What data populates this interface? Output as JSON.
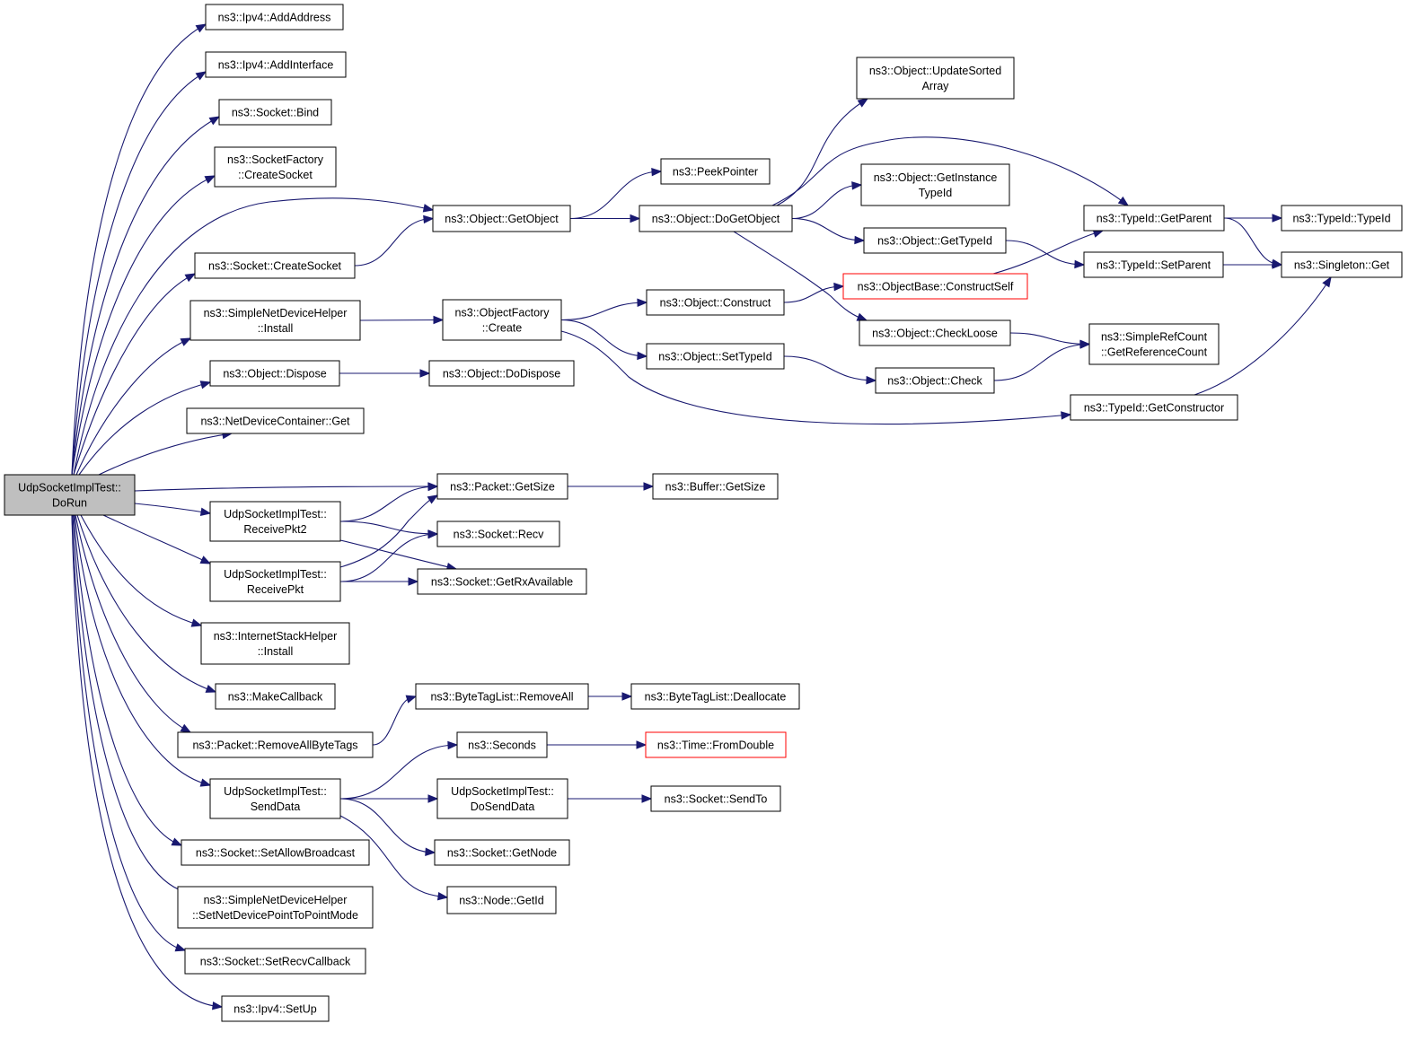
{
  "colors": {
    "edge": "#191970",
    "root_fill": "#bfbfbf",
    "truncated_border": "#ff0000",
    "node_border": "#000000"
  },
  "nodes": {
    "root": [
      "UdpSocketImplTest::",
      "DoRun"
    ],
    "ipv4-addaddress": [
      "ns3::Ipv4::AddAddress"
    ],
    "ipv4-addinterface": [
      "ns3::Ipv4::AddInterface"
    ],
    "socket-bind": [
      "ns3::Socket::Bind"
    ],
    "socketfactory-createsocket": [
      "ns3::SocketFactory",
      "::CreateSocket"
    ],
    "socket-createsocket": [
      "ns3::Socket::CreateSocket"
    ],
    "simplenetdevicehelper-install": [
      "ns3::SimpleNetDeviceHelper",
      "::Install"
    ],
    "object-dispose": [
      "ns3::Object::Dispose"
    ],
    "netdevicecontainer-get": [
      "ns3::NetDeviceContainer::Get"
    ],
    "receivepkt2": [
      "UdpSocketImplTest::",
      "ReceivePkt2"
    ],
    "receivepkt": [
      "UdpSocketImplTest::",
      "ReceivePkt"
    ],
    "internetstackhelper-install": [
      "ns3::InternetStackHelper",
      "::Install"
    ],
    "makecallback": [
      "ns3::MakeCallback"
    ],
    "packet-removeallbytetags": [
      "ns3::Packet::RemoveAllByteTags"
    ],
    "senddata": [
      "UdpSocketImplTest::",
      "SendData"
    ],
    "socket-setallowbroadcast": [
      "ns3::Socket::SetAllowBroadcast"
    ],
    "simplenetdevicehelper-setnetdevicepointtopointmode": [
      "ns3::SimpleNetDeviceHelper",
      "::SetNetDevicePointToPointMode"
    ],
    "socket-setrecvcallback": [
      "ns3::Socket::SetRecvCallback"
    ],
    "ipv4-setup": [
      "ns3::Ipv4::SetUp"
    ],
    "object-getobject": [
      "ns3::Object::GetObject"
    ],
    "objectfactory-create": [
      "ns3::ObjectFactory",
      "::Create"
    ],
    "object-dodispose": [
      "ns3::Object::DoDispose"
    ],
    "packet-getsize": [
      "ns3::Packet::GetSize"
    ],
    "socket-recv": [
      "ns3::Socket::Recv"
    ],
    "socket-getrxavailable": [
      "ns3::Socket::GetRxAvailable"
    ],
    "bytetaglist-removeall": [
      "ns3::ByteTagList::RemoveAll"
    ],
    "seconds": [
      "ns3::Seconds"
    ],
    "dosenddata": [
      "UdpSocketImplTest::",
      "DoSendData"
    ],
    "socket-getnode": [
      "ns3::Socket::GetNode"
    ],
    "node-getid": [
      "ns3::Node::GetId"
    ],
    "peekpointer": [
      "ns3::PeekPointer"
    ],
    "object-dogetobject": [
      "ns3::Object::DoGetObject"
    ],
    "object-construct": [
      "ns3::Object::Construct"
    ],
    "object-settypeid": [
      "ns3::Object::SetTypeId"
    ],
    "buffer-getsize": [
      "ns3::Buffer::GetSize"
    ],
    "bytetaglist-deallocate": [
      "ns3::ByteTagList::Deallocate"
    ],
    "time-fromdouble": [
      "ns3::Time::FromDouble"
    ],
    "socket-sendto": [
      "ns3::Socket::SendTo"
    ],
    "object-updatesortedarray": [
      "ns3::Object::UpdateSorted",
      "Array"
    ],
    "object-getinstancetypeid": [
      "ns3::Object::GetInstance",
      "TypeId"
    ],
    "object-gettypeid": [
      "ns3::Object::GetTypeId"
    ],
    "objectbase-constructself": [
      "ns3::ObjectBase::ConstructSelf"
    ],
    "object-checkloose": [
      "ns3::Object::CheckLoose"
    ],
    "object-check": [
      "ns3::Object::Check"
    ],
    "typeid-getparent": [
      "ns3::TypeId::GetParent"
    ],
    "typeid-setparent": [
      "ns3::TypeId::SetParent"
    ],
    "simplerefcount-getreferencecount": [
      "ns3::SimpleRefCount",
      "::GetReferenceCount"
    ],
    "typeid-getconstructor": [
      "ns3::TypeId::GetConstructor"
    ],
    "typeid-typeid": [
      "ns3::TypeId::TypeId"
    ],
    "singleton-get": [
      "ns3::Singleton::Get"
    ]
  },
  "truncated_nodes": [
    "objectbase-constructself",
    "time-fromdouble"
  ],
  "edges": [
    [
      "root",
      "ipv4-addaddress"
    ],
    [
      "root",
      "ipv4-addinterface"
    ],
    [
      "root",
      "socket-bind"
    ],
    [
      "root",
      "socketfactory-createsocket"
    ],
    [
      "root",
      "object-getobject"
    ],
    [
      "root",
      "socket-createsocket"
    ],
    [
      "root",
      "simplenetdevicehelper-install"
    ],
    [
      "root",
      "object-dispose"
    ],
    [
      "root",
      "netdevicecontainer-get"
    ],
    [
      "root",
      "packet-getsize"
    ],
    [
      "root",
      "receivepkt2"
    ],
    [
      "root",
      "receivepkt"
    ],
    [
      "root",
      "internetstackhelper-install"
    ],
    [
      "root",
      "makecallback"
    ],
    [
      "root",
      "packet-removeallbytetags"
    ],
    [
      "root",
      "senddata"
    ],
    [
      "root",
      "socket-setallowbroadcast"
    ],
    [
      "root",
      "simplenetdevicehelper-setnetdevicepointtopointmode"
    ],
    [
      "root",
      "socket-setrecvcallback"
    ],
    [
      "root",
      "ipv4-setup"
    ],
    [
      "socket-createsocket",
      "object-getobject"
    ],
    [
      "simplenetdevicehelper-install",
      "objectfactory-create"
    ],
    [
      "object-dispose",
      "object-dodispose"
    ],
    [
      "receivepkt2",
      "packet-getsize"
    ],
    [
      "receivepkt2",
      "socket-recv"
    ],
    [
      "receivepkt2",
      "socket-getrxavailable"
    ],
    [
      "receivepkt",
      "packet-getsize"
    ],
    [
      "receivepkt",
      "socket-recv"
    ],
    [
      "receivepkt",
      "socket-getrxavailable"
    ],
    [
      "packet-removeallbytetags",
      "bytetaglist-removeall"
    ],
    [
      "senddata",
      "seconds"
    ],
    [
      "senddata",
      "dosenddata"
    ],
    [
      "senddata",
      "socket-getnode"
    ],
    [
      "senddata",
      "node-getid"
    ],
    [
      "object-getobject",
      "peekpointer"
    ],
    [
      "object-getobject",
      "object-dogetobject"
    ],
    [
      "objectfactory-create",
      "object-construct"
    ],
    [
      "objectfactory-create",
      "object-settypeid"
    ],
    [
      "objectfactory-create",
      "typeid-getconstructor"
    ],
    [
      "packet-getsize",
      "buffer-getsize"
    ],
    [
      "bytetaglist-removeall",
      "bytetaglist-deallocate"
    ],
    [
      "seconds",
      "time-fromdouble"
    ],
    [
      "dosenddata",
      "socket-sendto"
    ],
    [
      "object-dogetobject",
      "object-updatesortedarray"
    ],
    [
      "object-dogetobject",
      "typeid-getparent"
    ],
    [
      "object-dogetobject",
      "object-getinstancetypeid"
    ],
    [
      "object-dogetobject",
      "object-gettypeid"
    ],
    [
      "object-dogetobject",
      "object-checkloose"
    ],
    [
      "object-construct",
      "objectbase-constructself"
    ],
    [
      "object-settypeid",
      "object-check"
    ],
    [
      "object-gettypeid",
      "typeid-setparent"
    ],
    [
      "objectbase-constructself",
      "typeid-getparent"
    ],
    [
      "object-checkloose",
      "simplerefcount-getreferencecount"
    ],
    [
      "object-check",
      "simplerefcount-getreferencecount"
    ],
    [
      "typeid-getparent",
      "typeid-typeid"
    ],
    [
      "typeid-getparent",
      "singleton-get"
    ],
    [
      "typeid-setparent",
      "singleton-get"
    ],
    [
      "typeid-getconstructor",
      "singleton-get"
    ]
  ]
}
